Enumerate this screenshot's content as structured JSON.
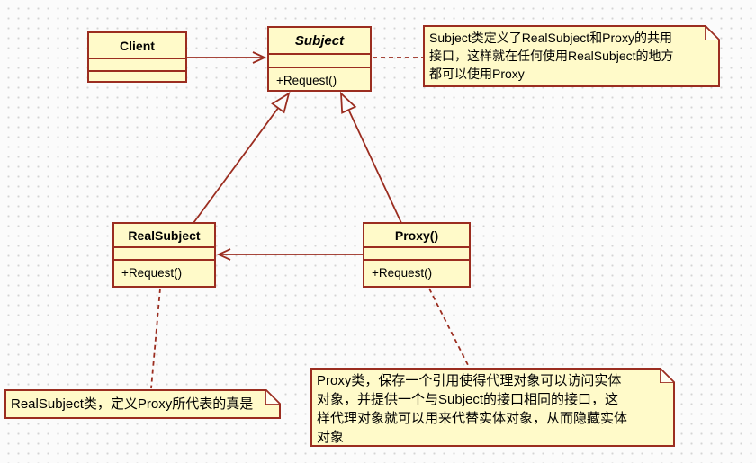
{
  "diagram_title": "Proxy pattern UML class diagram",
  "colors": {
    "page_background": "#fbfbfb",
    "grid_dot": "#d4d4d4",
    "shape_fill": "#fffac9",
    "shape_border": "#9b2d20",
    "text": "#000000"
  },
  "classes": {
    "client": {
      "name": "Client",
      "attributes": "",
      "methods": ""
    },
    "subject": {
      "name": "Subject",
      "attributes": "",
      "methods": "+Request()"
    },
    "realsubject": {
      "name": "RealSubject",
      "attributes": "",
      "methods": "+Request()"
    },
    "proxy": {
      "name": "Proxy()",
      "attributes": "",
      "methods": "+Request()"
    }
  },
  "notes": {
    "subject": {
      "text": "Subject类定义了RealSubject和Proxy的共用\n接口，这样就在任何使用RealSubject的地方\n都可以使用Proxy"
    },
    "realsubject": {
      "text": "RealSubject类，定义Proxy所代表的真是"
    },
    "proxy": {
      "text": "Proxy类，保存一个引用使得代理对象可以访问实体\n对象，并提供一个与Subject的接口相同的接口，这\n样代理对象就可以用来代替实体对象，从而隐藏实体\n对象"
    }
  },
  "relationships": [
    {
      "from": "Client",
      "to": "Subject",
      "type": "association",
      "line": "solid",
      "arrow": "open"
    },
    {
      "from": "RealSubject",
      "to": "Subject",
      "type": "generalization",
      "line": "solid",
      "arrow": "hollow-triangle"
    },
    {
      "from": "Proxy()",
      "to": "Subject",
      "type": "generalization",
      "line": "solid",
      "arrow": "hollow-triangle"
    },
    {
      "from": "Proxy()",
      "to": "RealSubject",
      "type": "association",
      "line": "solid",
      "arrow": "open"
    },
    {
      "from": "Subject",
      "to": "note-subject",
      "type": "note-anchor",
      "line": "dashed",
      "arrow": "none"
    },
    {
      "from": "RealSubject",
      "to": "note-realsubject",
      "type": "note-anchor",
      "line": "dashed",
      "arrow": "none"
    },
    {
      "from": "Proxy()",
      "to": "note-proxy",
      "type": "note-anchor",
      "line": "dashed",
      "arrow": "none"
    }
  ]
}
